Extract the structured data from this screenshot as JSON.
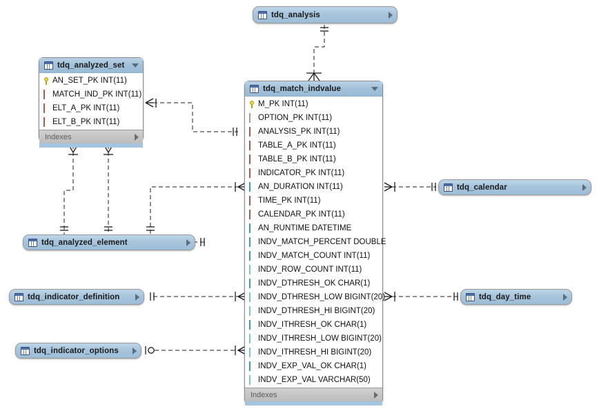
{
  "diagram": {
    "type": "er-diagram",
    "canvas_background": "#ffffff",
    "header_color": "#a2c1d9",
    "indexes_bar_color": "#c4c4c4",
    "notation": "crow's-foot (IE)"
  },
  "tables": {
    "tdq_analysis": {
      "name": "tdq_analysis",
      "state": "collapsed",
      "expander": "caret-right"
    },
    "tdq_analyzed_set": {
      "name": "tdq_analyzed_set",
      "state": "expanded",
      "expander": "caret-down",
      "indexes_label": "Indexes",
      "columns": [
        {
          "glyph": "key",
          "label": "AN_SET_PK INT(11)"
        },
        {
          "glyph": "dia-red",
          "label": "MATCH_IND_PK INT(11)"
        },
        {
          "glyph": "dia-red",
          "label": "ELT_A_PK INT(11)"
        },
        {
          "glyph": "dia-red",
          "label": "ELT_B_PK INT(11)"
        }
      ]
    },
    "tdq_match_indvalue": {
      "name": "tdq_match_indvalue",
      "state": "expanded",
      "expander": "caret-down",
      "indexes_label": "Indexes",
      "columns": [
        {
          "glyph": "key",
          "label": "M_PK INT(11)"
        },
        {
          "glyph": "dia-hollow-red",
          "label": "OPTION_PK INT(11)"
        },
        {
          "glyph": "dia-red",
          "label": "ANALYSIS_PK INT(11)"
        },
        {
          "glyph": "dia-red",
          "label": "TABLE_A_PK INT(11)"
        },
        {
          "glyph": "dia-red",
          "label": "TABLE_B_PK INT(11)"
        },
        {
          "glyph": "dia-red",
          "label": "INDICATOR_PK INT(11)"
        },
        {
          "glyph": "dia-cyan",
          "label": "AN_DURATION INT(11)"
        },
        {
          "glyph": "dia-red",
          "label": "TIME_PK INT(11)"
        },
        {
          "glyph": "dia-red",
          "label": "CALENDAR_PK INT(11)"
        },
        {
          "glyph": "dia-cyan",
          "label": "AN_RUNTIME DATETIME"
        },
        {
          "glyph": "dia-cyan",
          "label": "INDV_MATCH_PERCENT DOUBLE"
        },
        {
          "glyph": "dia-cyan",
          "label": "INDV_MATCH_COUNT INT(11)"
        },
        {
          "glyph": "dia-hollow-cyan",
          "label": "INDV_ROW_COUNT INT(11)"
        },
        {
          "glyph": "dia-cyan",
          "label": "INDV_DTHRESH_OK CHAR(1)"
        },
        {
          "glyph": "dia-hollow-cyan",
          "label": "INDV_DTHRESH_LOW BIGINT(20)"
        },
        {
          "glyph": "dia-hollow-cyan",
          "label": "INDV_DTHRESH_HI BIGINT(20)"
        },
        {
          "glyph": "dia-cyan",
          "label": "INDV_ITHRESH_OK CHAR(1)"
        },
        {
          "glyph": "dia-hollow-cyan",
          "label": "INDV_ITHRESH_LOW BIGINT(20)"
        },
        {
          "glyph": "dia-hollow-cyan",
          "label": "INDV_ITHRESH_HI BIGINT(20)"
        },
        {
          "glyph": "dia-cyan",
          "label": "INDV_EXP_VAL_OK CHAR(1)"
        },
        {
          "glyph": "dia-hollow-cyan",
          "label": "INDV_EXP_VAL VARCHAR(50)"
        }
      ]
    },
    "tdq_calendar": {
      "name": "tdq_calendar",
      "state": "collapsed",
      "expander": "caret-right"
    },
    "tdq_day_time": {
      "name": "tdq_day_time",
      "state": "collapsed",
      "expander": "caret-right"
    },
    "tdq_analyzed_element": {
      "name": "tdq_analyzed_element",
      "state": "collapsed",
      "expander": "caret-right"
    },
    "tdq_indicator_definition": {
      "name": "tdq_indicator_definition",
      "state": "collapsed",
      "expander": "caret-right"
    },
    "tdq_indicator_options": {
      "name": "tdq_indicator_options",
      "state": "collapsed",
      "expander": "caret-right"
    }
  },
  "relationships": [
    {
      "from": "tdq_analysis",
      "to": "tdq_match_indvalue",
      "from_end": "one-mandatory",
      "to_end": "many"
    },
    {
      "from": "tdq_analyzed_set",
      "to": "tdq_match_indvalue",
      "from_end": "many",
      "to_end": "one-mandatory"
    },
    {
      "from": "tdq_analyzed_element",
      "to": "tdq_match_indvalue",
      "from_end": "one-mandatory",
      "to_end": "many"
    },
    {
      "from": "tdq_indicator_definition",
      "to": "tdq_match_indvalue",
      "from_end": "one-mandatory",
      "to_end": "many"
    },
    {
      "from": "tdq_indicator_options",
      "to": "tdq_match_indvalue",
      "from_end": "zero-or-one",
      "to_end": "many"
    },
    {
      "from": "tdq_match_indvalue",
      "to": "tdq_calendar",
      "from_end": "many",
      "to_end": "one-mandatory"
    },
    {
      "from": "tdq_match_indvalue",
      "to": "tdq_day_time",
      "from_end": "many",
      "to_end": "one-mandatory"
    },
    {
      "from": "tdq_analyzed_set",
      "to": "tdq_analyzed_element",
      "from_end": "many",
      "to_end": "one-mandatory"
    },
    {
      "from": "tdq_analyzed_set",
      "to": "tdq_analyzed_element",
      "from_end": "many",
      "to_end": "one-mandatory"
    }
  ]
}
